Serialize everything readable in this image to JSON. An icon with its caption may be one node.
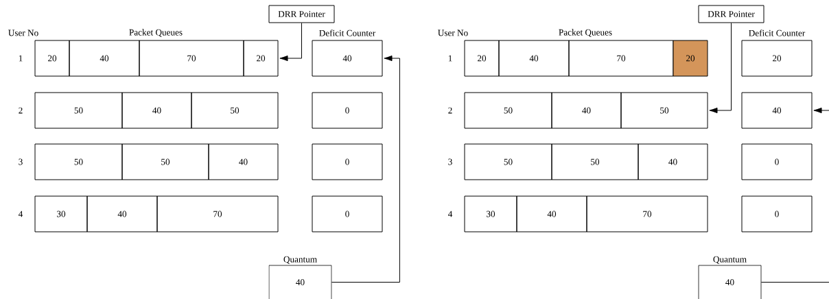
{
  "diagram": {
    "nodes": [
      {
        "text": [
          "DRR Pointer"
        ]
      },
      {
        "text": [
          "20"
        ]
      },
      {
        "text": [
          "40"
        ]
      },
      {
        "text": [
          "70"
        ]
      },
      {
        "text": [
          "20"
        ]
      },
      {
        "text": [
          "40"
        ]
      },
      {
        "text": [
          "50"
        ]
      },
      {
        "text": [
          "40"
        ]
      },
      {
        "text": [
          "50"
        ]
      },
      {
        "text": [
          "0"
        ]
      },
      {
        "text": [
          "50"
        ]
      },
      {
        "text": [
          "50"
        ]
      },
      {
        "text": [
          "40"
        ]
      },
      {
        "text": [
          "0"
        ]
      },
      {
        "text": [
          "30"
        ]
      },
      {
        "text": [
          "40"
        ]
      },
      {
        "text": [
          "70"
        ]
      },
      {
        "text": [
          "0"
        ]
      },
      {
        "text": [
          "Quantum",
          "40"
        ]
      },
      {
        "text": [
          "DRR Pointer"
        ]
      },
      {
        "text": [
          "20"
        ]
      },
      {
        "text": [
          "40"
        ]
      },
      {
        "text": [
          "70"
        ]
      },
      {
        "text": [
          "20"
        ]
      },
      {
        "text": [
          "20"
        ]
      },
      {
        "text": [
          "50"
        ]
      },
      {
        "text": [
          "40"
        ]
      },
      {
        "text": [
          "50"
        ]
      },
      {
        "text": [
          "40"
        ]
      },
      {
        "text": [
          "50"
        ]
      },
      {
        "text": [
          "50"
        ]
      },
      {
        "text": [
          "40"
        ]
      },
      {
        "text": [
          "0"
        ]
      },
      {
        "text": [
          "30"
        ]
      },
      {
        "text": [
          "40"
        ]
      },
      {
        "text": [
          "70"
        ]
      },
      {
        "text": [
          "0"
        ]
      },
      {
        "text": [
          "Quantum",
          "40"
        ]
      }
    ],
    "edges": [
      {
        "from": 0,
        "to": 4,
        "arrow": "to"
      },
      {
        "from": 18,
        "to": 5,
        "arrow": "to"
      },
      {
        "from": 19,
        "to": 27,
        "arrow": "to"
      },
      {
        "from": 37,
        "to": null,
        "arrow": "none"
      },
      {
        "from": null,
        "to": 28,
        "arrow": "to"
      }
    ],
    "labels": [
      "User No",
      "Packet Queues",
      "Deficit Counter",
      "1",
      "2",
      "3",
      "4",
      "User No",
      "Packet Queues",
      "Deficit Counter",
      "1",
      "2",
      "3",
      "4"
    ]
  }
}
